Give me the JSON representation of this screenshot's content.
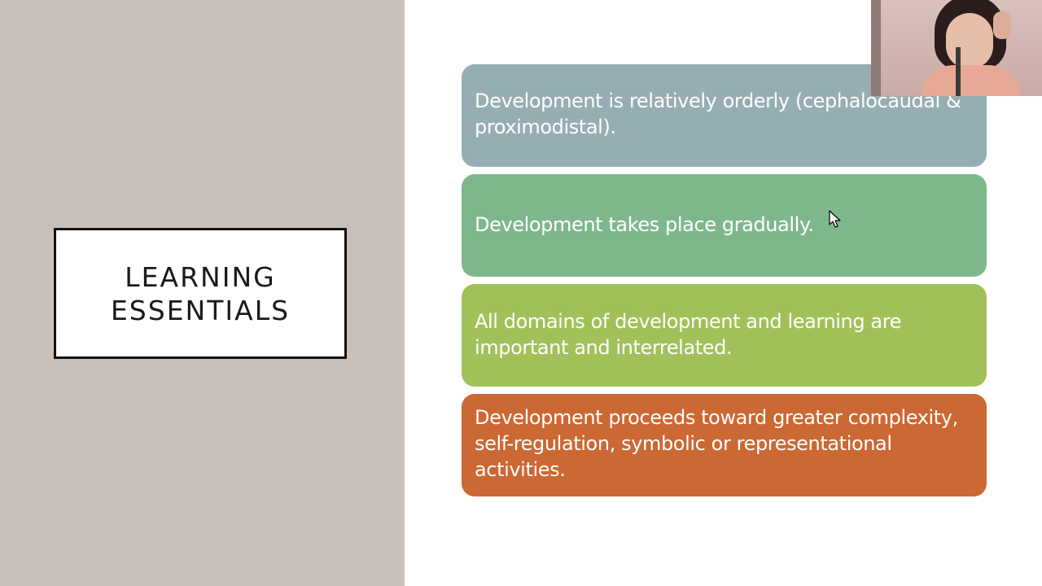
{
  "slide": {
    "title": "LEARNING\nESSENTIALS",
    "cards": [
      {
        "text": "Development is relatively orderly (cephalocaudal & proximodistal).",
        "color": "#97adb4"
      },
      {
        "text": "Development takes place gradually.",
        "color": "#7fb78d"
      },
      {
        "text": "All domains of development and learning are important and interrelated.",
        "color": "#a0c15a"
      },
      {
        "text": "Development proceeds toward greater complexity, self-regulation, symbolic or representational activities.",
        "color": "#cc6833"
      }
    ]
  },
  "colors": {
    "left_panel": "#c8c1bb",
    "background": "#ffffff"
  },
  "icons": {
    "cursor": "mouse-pointer-icon"
  }
}
